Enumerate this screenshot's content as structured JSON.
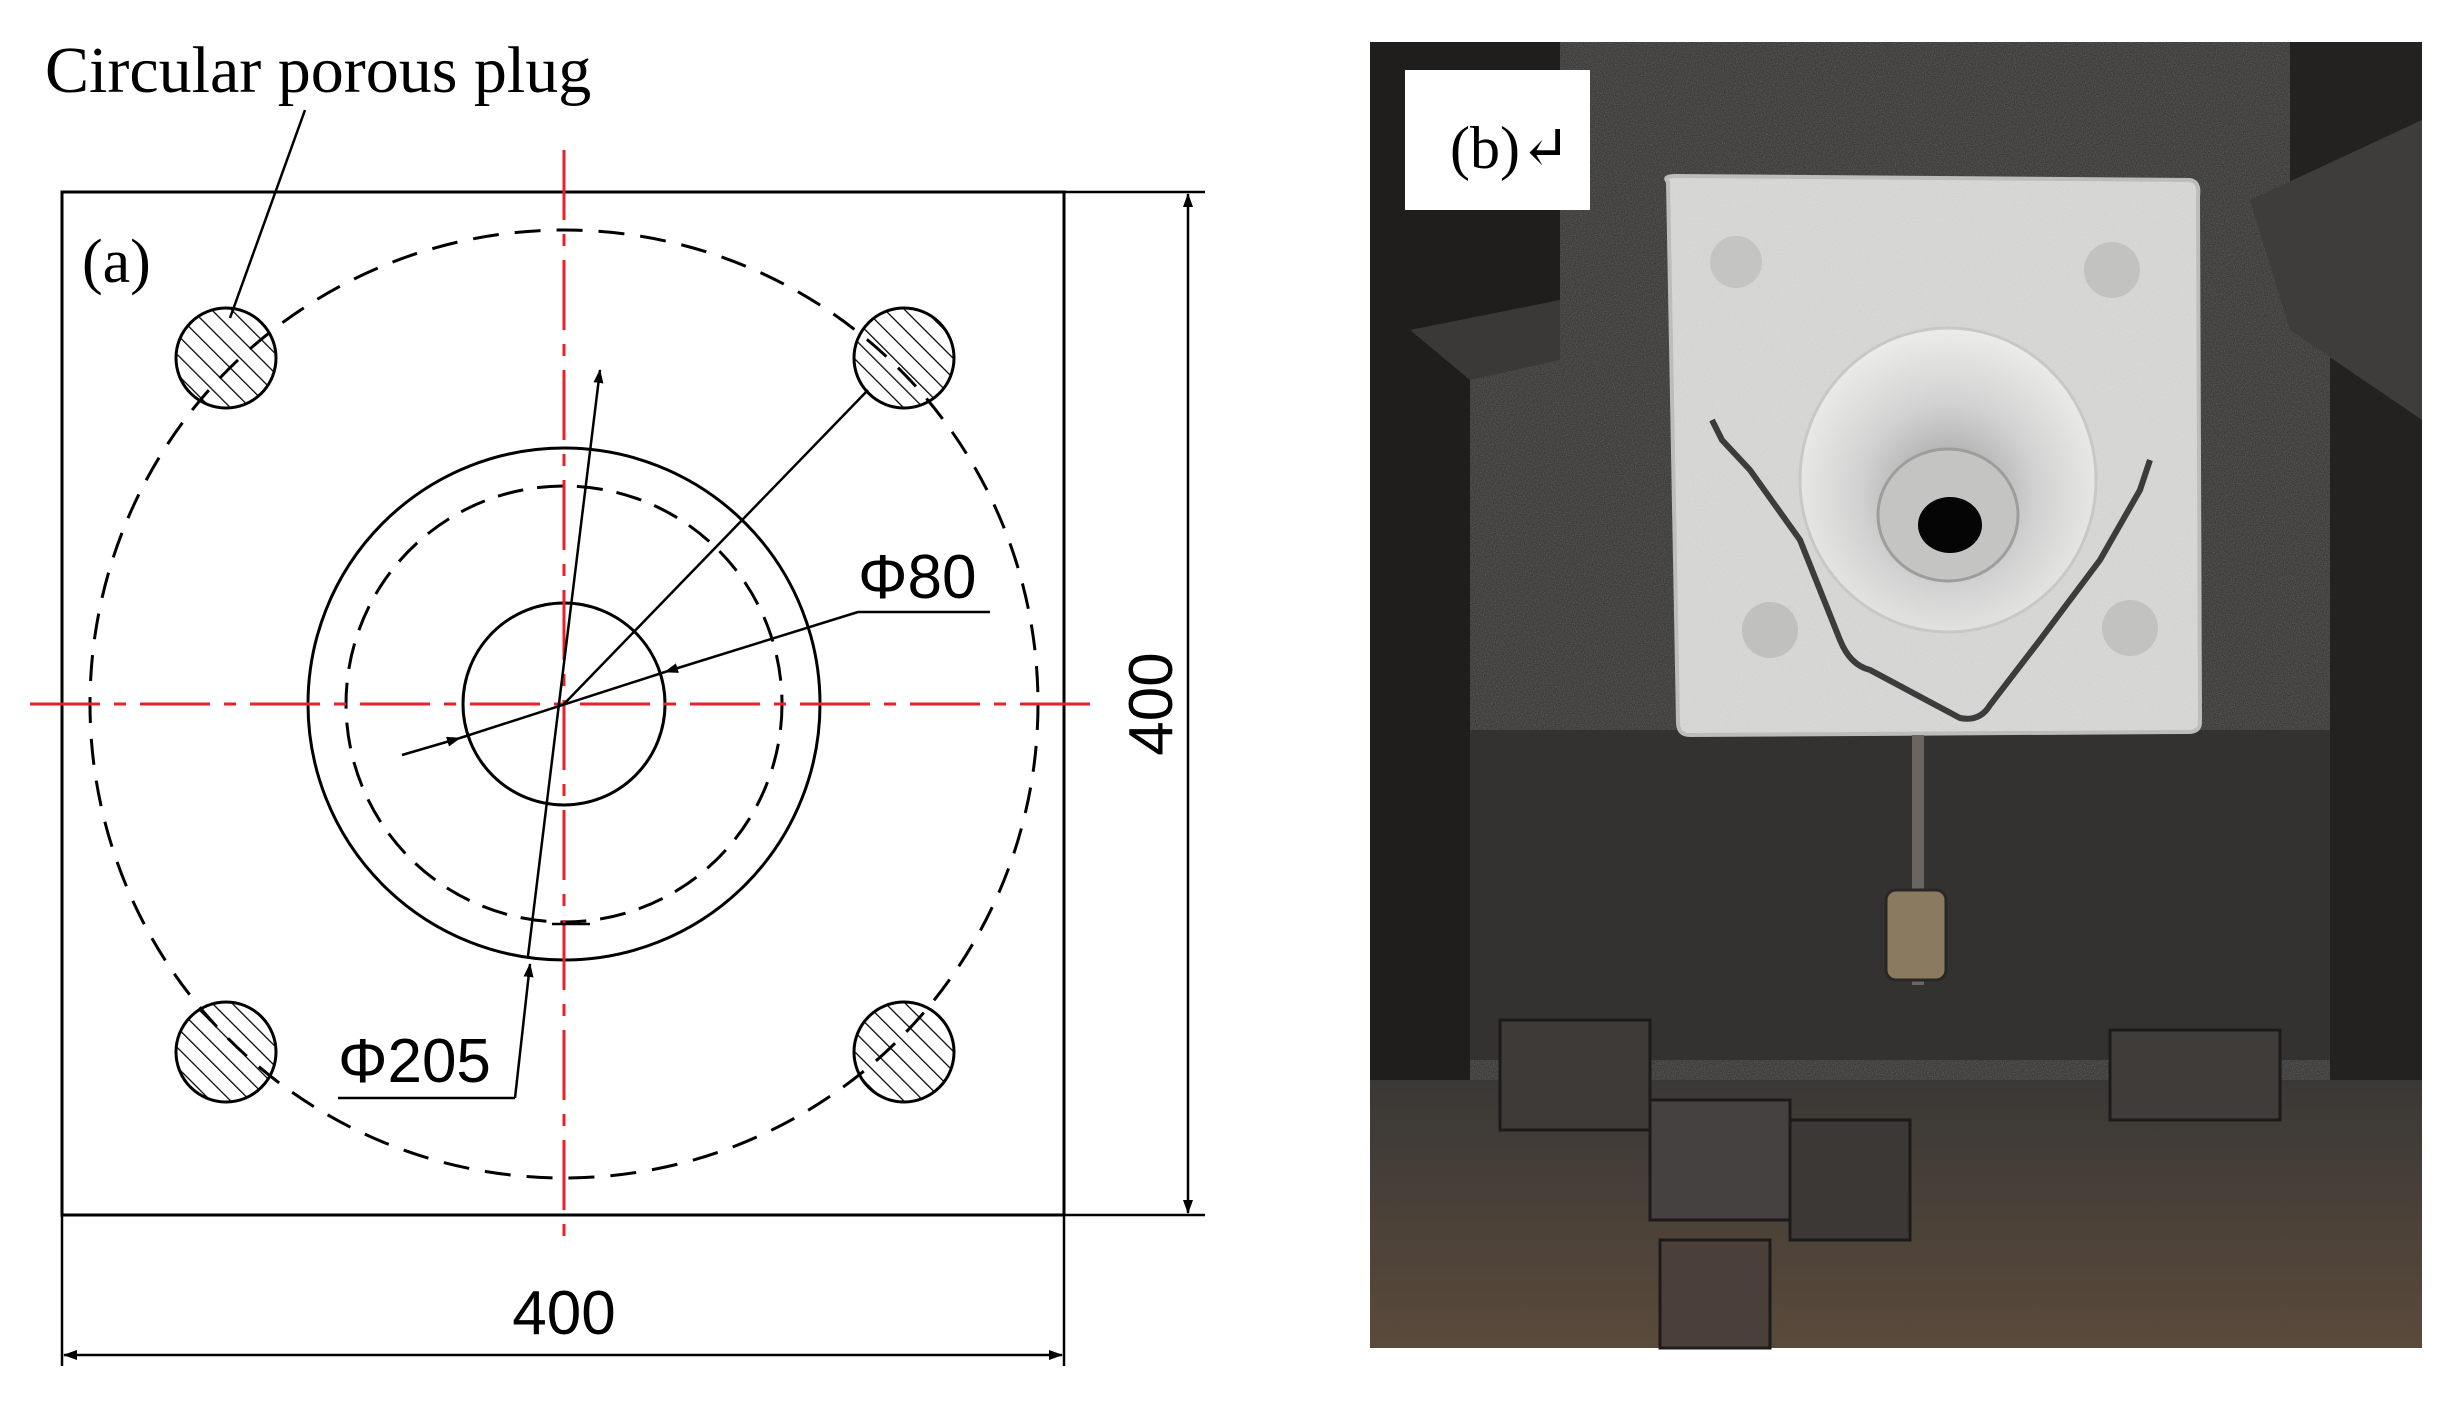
{
  "panel_a": {
    "callout_label": "Circular porous plug",
    "panel_label": "(a)",
    "dim_inner": "Φ80",
    "dim_outer": "Φ205",
    "dim_width": "400",
    "dim_height": "400"
  },
  "panel_b": {
    "panel_label": "(b)↵"
  },
  "colors": {
    "outline": "#000000",
    "centerline": "#e8202a",
    "photo_dark": "#2a2a2a",
    "brick": "#d6d6d4"
  }
}
